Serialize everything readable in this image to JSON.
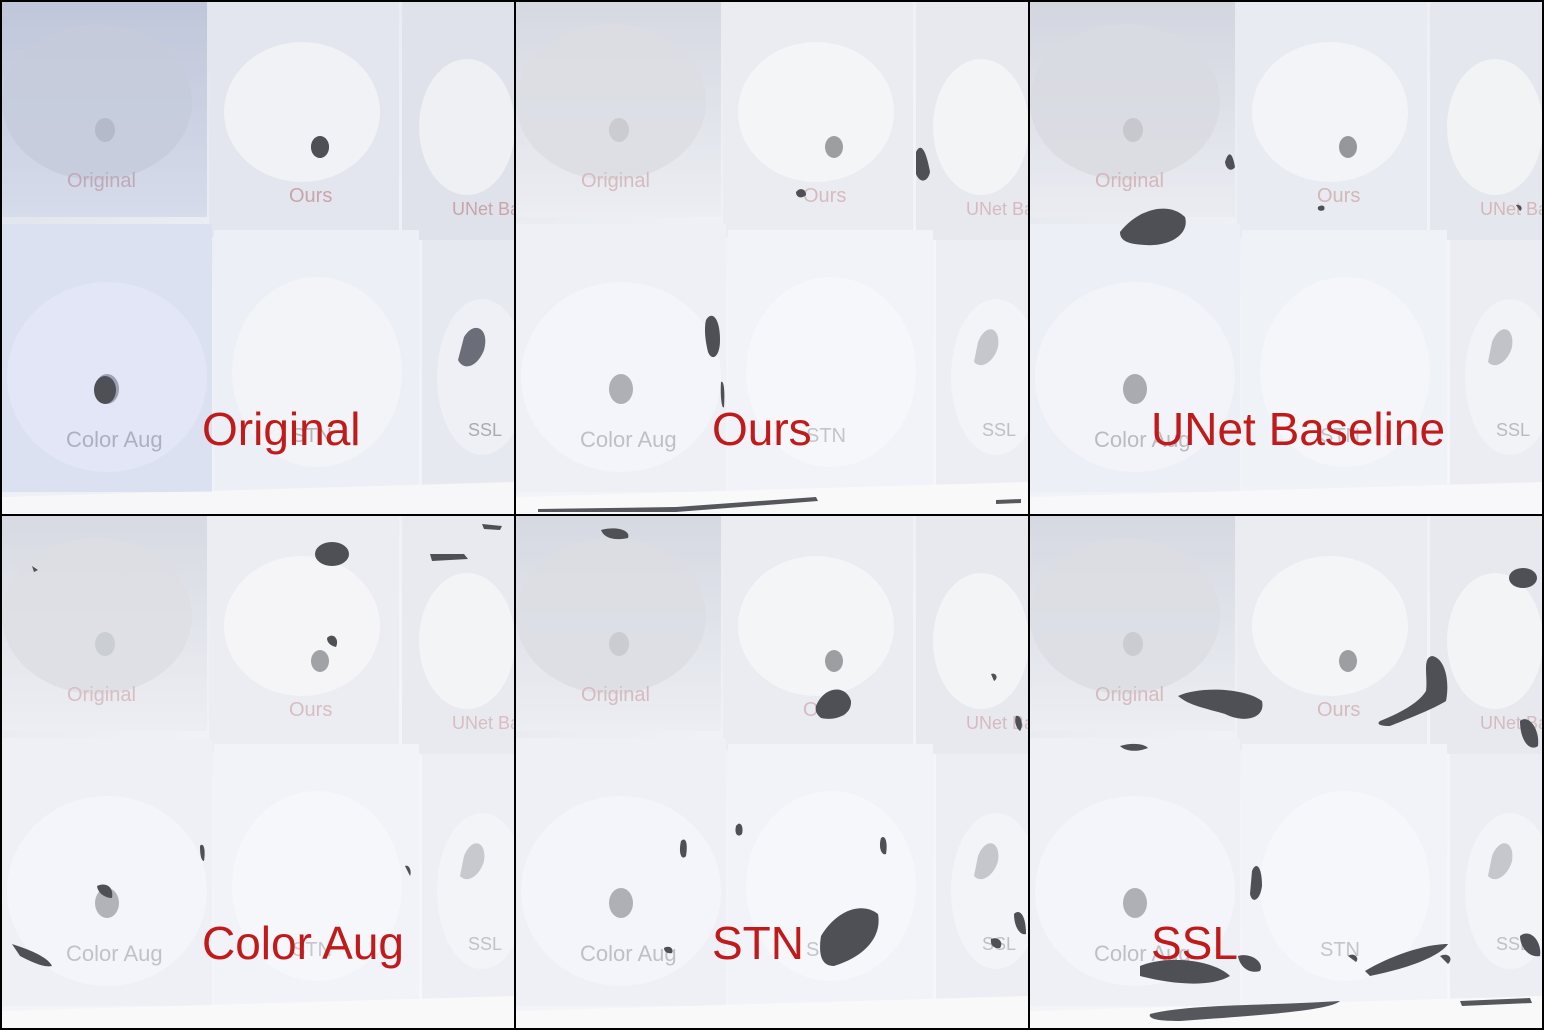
{
  "panels": [
    {
      "label": "Original"
    },
    {
      "label": "Ours"
    },
    {
      "label": "UNet Baseline"
    },
    {
      "label": "Color Aug"
    },
    {
      "label": "STN"
    },
    {
      "label": "SSL"
    }
  ],
  "inner_screen": {
    "labels": [
      "Original",
      "Ours",
      "UNet Ba",
      "Color Aug",
      "STN",
      "SSL"
    ]
  },
  "colors": {
    "label": "#c01a1a",
    "overlay": "#4e5056",
    "border": "#000000"
  }
}
